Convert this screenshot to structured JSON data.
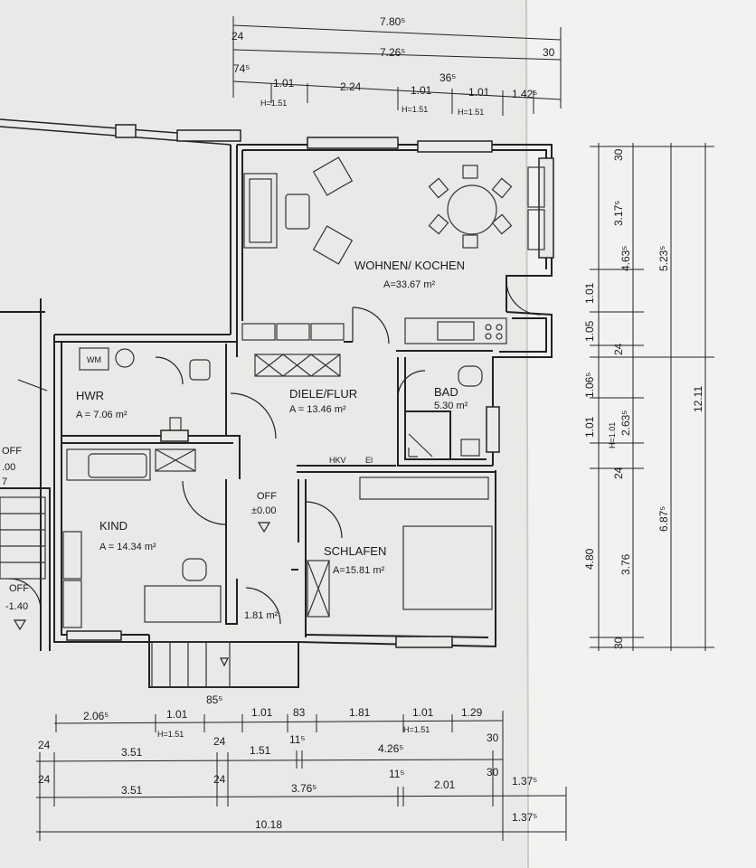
{
  "rooms": {
    "wohnen": {
      "name": "WOHNEN/ KOCHEN",
      "area": "A=33.67 m²"
    },
    "hwr": {
      "name": "HWR",
      "area": "A = 7.06 m²"
    },
    "diele": {
      "name": "DIELE/FLUR",
      "area": "A = 13.46 m²"
    },
    "bad": {
      "name": "BAD",
      "area": "5.30 m²"
    },
    "kind": {
      "name": "KIND",
      "area": "A = 14.34 m²"
    },
    "schlafen": {
      "name": "SCHLAFEN",
      "area": "A=15.81 m²"
    },
    "abstell": {
      "area": "1.81 m²"
    }
  },
  "fixtures": {
    "wm": "WM",
    "hkv": "HKV",
    "el": "El"
  },
  "levels": {
    "off_main": "OFF",
    "off_main_value": "±0.00",
    "off_stair": "OFF",
    "off_stair_value": "-1.40",
    "off_left_cut": "OFF",
    "off_left_cut_value": ".00",
    "left_cut_7": "7"
  },
  "dims_top": {
    "row1": [
      "24",
      "7.80⁵",
      "30"
    ],
    "row2": [
      "7.26⁵"
    ],
    "row3": [
      "74⁵",
      "1.01",
      "2.24",
      "1.01",
      "36⁵",
      "1.01",
      "1.42⁵"
    ],
    "window_heights": [
      "H=1.51",
      "H=1.51",
      "H=1.51"
    ]
  },
  "dims_right": {
    "col1": [
      "30",
      "3.17⁵",
      "1.01",
      "1.05",
      "24",
      "1.06⁵",
      "1.01",
      "H=1.01",
      "24",
      "4.80",
      "30"
    ],
    "col2": [
      "4.63⁵",
      "2.63⁵",
      "3.76"
    ],
    "col3": [
      "5.23⁵",
      "6.87⁵"
    ],
    "col4": [
      "12.11"
    ]
  },
  "dims_bottom": {
    "row1": [
      "2.06⁵",
      "1.01",
      "85⁵",
      "1.01",
      "83",
      "1.81",
      "1.01",
      "1.29"
    ],
    "row1_heights": [
      "H=1.51",
      "H=1.51"
    ],
    "row2": [
      "24",
      "3.51",
      "24",
      "1.51",
      "11⁵",
      "4.26⁵",
      "30"
    ],
    "row3": [
      "24",
      "3.51",
      "24",
      "3.76⁵",
      "11⁵",
      "2.01",
      "30",
      "1.37⁵"
    ],
    "row4": [
      "10.18",
      "1.37⁵"
    ]
  },
  "colors": {
    "paper": "#e9e9e7",
    "paper_right": "#f3f3f2",
    "ink": "#222222"
  }
}
